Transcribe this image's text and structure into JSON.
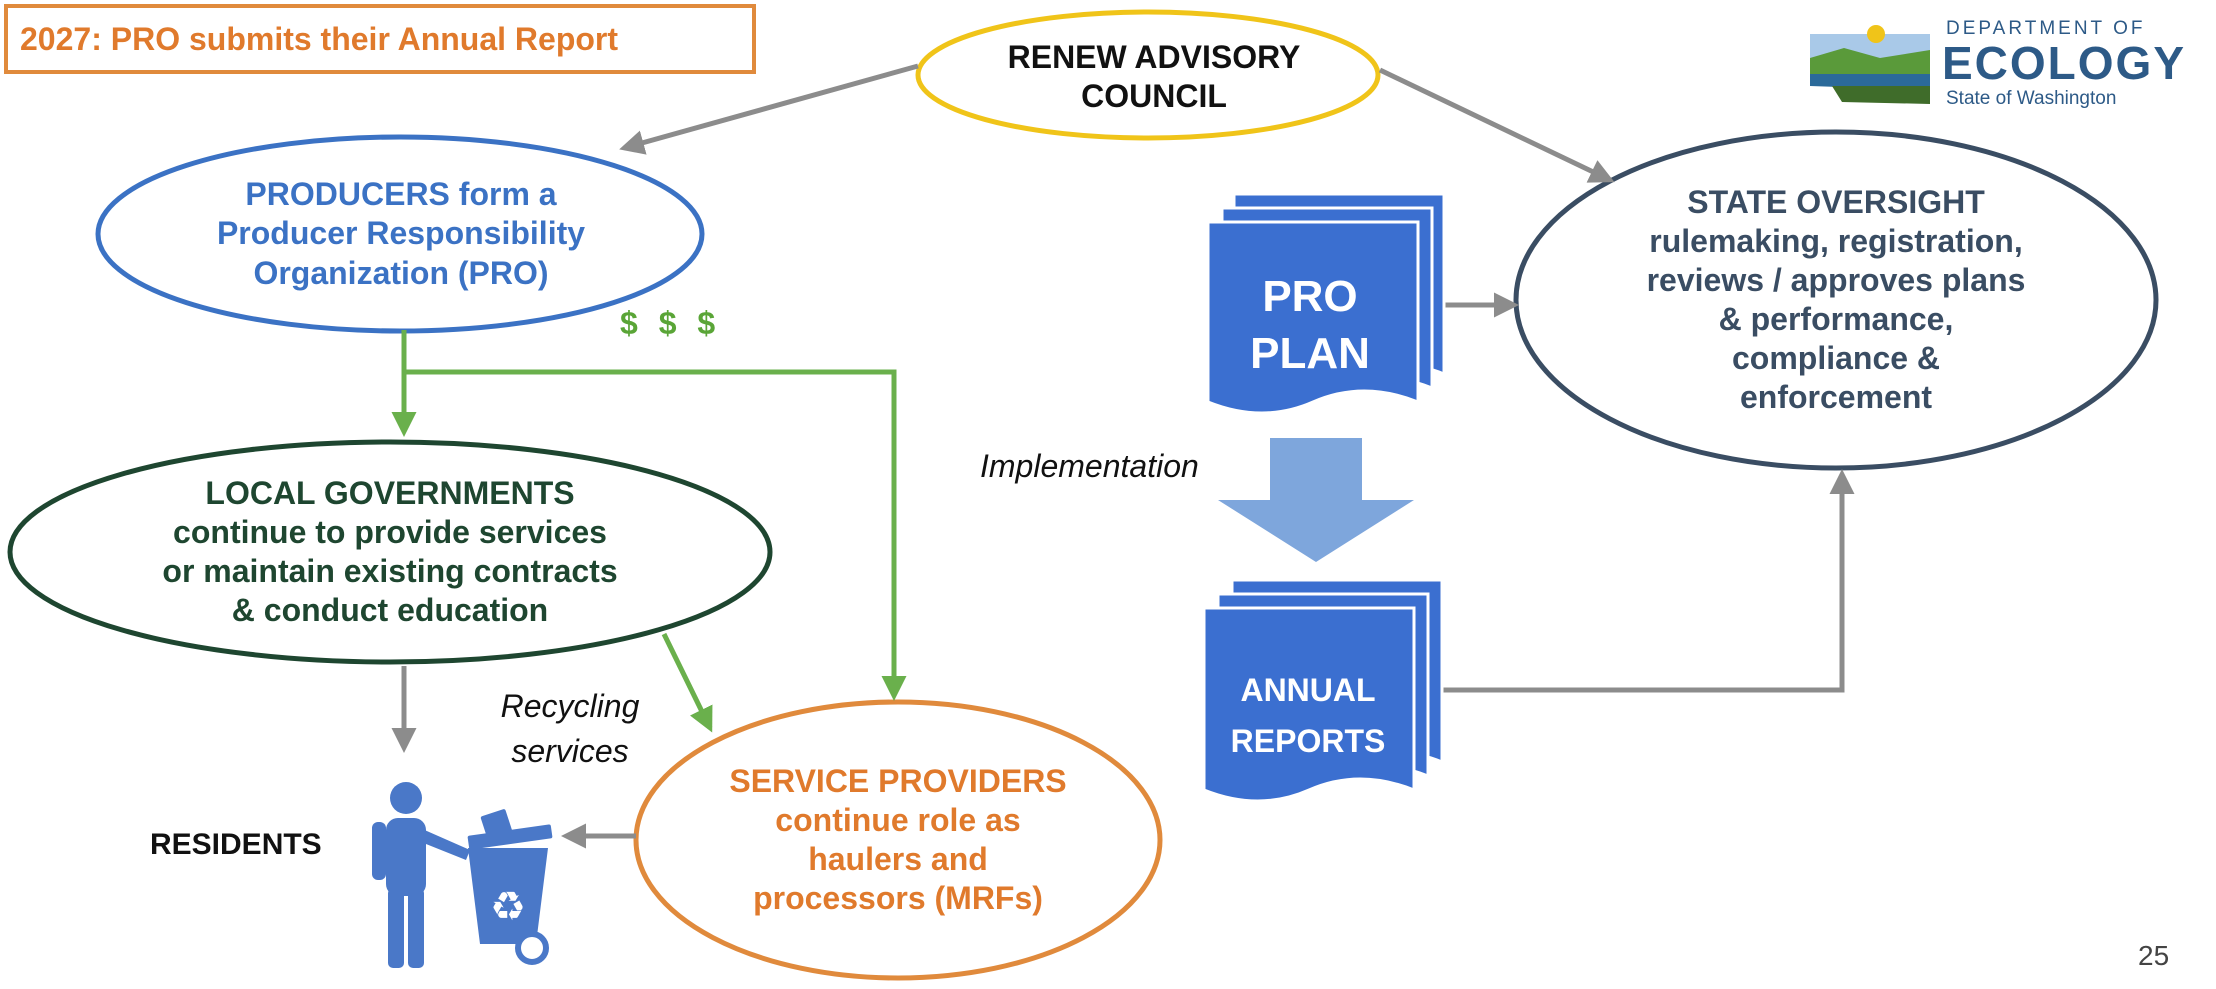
{
  "title": "2027: PRO submits their Annual Report",
  "logo": {
    "line1": "DEPARTMENT OF",
    "line2": "ECOLOGY",
    "line3": "State of Washington"
  },
  "nodes": {
    "council": [
      "RENEW ADVISORY",
      "COUNCIL"
    ],
    "producers": [
      "PRODUCERS form a",
      "Producer Responsibility",
      "Organization (PRO)"
    ],
    "local_gov": [
      "LOCAL GOVERNMENTS",
      "continue to provide services",
      "or maintain existing contracts",
      "& conduct education"
    ],
    "service_providers": [
      "SERVICE PROVIDERS",
      "continue role as",
      "haulers and",
      "processors (MRFs)"
    ],
    "state_oversight": [
      "STATE OVERSIGHT",
      "rulemaking, registration,",
      "reviews / approves plans",
      "& performance,",
      "compliance &",
      "enforcement"
    ],
    "pro_plan": [
      "PRO",
      "PLAN"
    ],
    "annual_reports": [
      "ANNUAL",
      "REPORTS"
    ],
    "residents": "RESIDENTS"
  },
  "labels": {
    "money": "$ $ $",
    "implementation": "Implementation",
    "recycling_services": [
      "Recycling",
      "services"
    ]
  },
  "page_number": "25",
  "colors": {
    "orange": "#e08a3c",
    "gold": "#f0c419",
    "blue": "#3b72c4",
    "dark_green": "#1e4630",
    "slate": "#3a4d63",
    "green": "#6ab04c",
    "gray": "#8c8c8c",
    "doc_blue": "#3b6fd0",
    "arrow_blue": "#7ea6dc",
    "icon_blue": "#4a78c8"
  }
}
